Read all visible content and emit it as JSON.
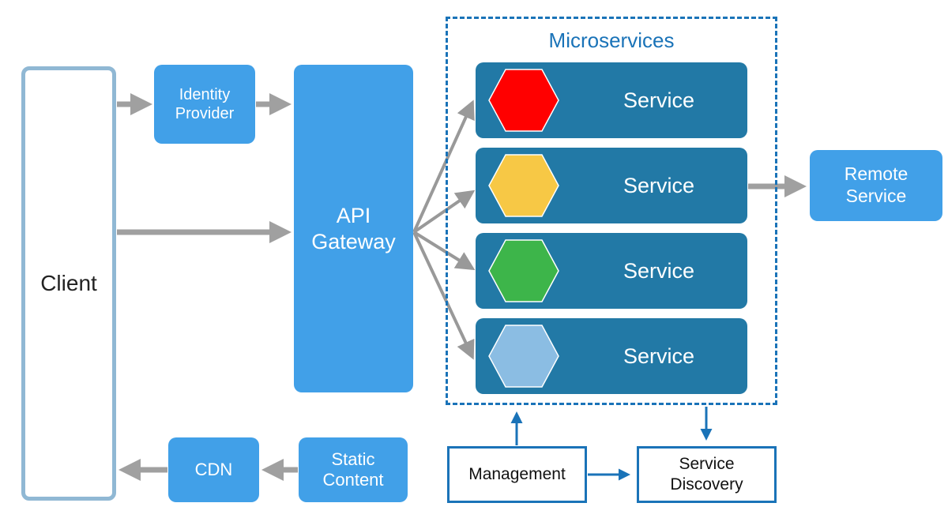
{
  "client": {
    "label": "Client"
  },
  "identity_provider": {
    "line1": "Identity",
    "line2": "Provider"
  },
  "api_gateway": {
    "line1": "API",
    "line2": "Gateway"
  },
  "cdn": {
    "label": "CDN"
  },
  "static_content": {
    "line1": "Static",
    "line2": "Content"
  },
  "microservices": {
    "title": "Microservices",
    "services": [
      {
        "label": "Service",
        "color": "#ff0000"
      },
      {
        "label": "Service",
        "color": "#f7c845"
      },
      {
        "label": "Service",
        "color": "#3db54a"
      },
      {
        "label": "Service",
        "color": "#8bbde3"
      }
    ]
  },
  "remote_service": {
    "line1": "Remote",
    "line2": "Service"
  },
  "management": {
    "label": "Management"
  },
  "service_discovery": {
    "line1": "Service",
    "line2": "Discovery"
  },
  "colors": {
    "primary_box": "#41a0e8",
    "service_box": "#2279a6",
    "frame": "#1a73b8",
    "arrow_gray": "#a0a0a0"
  }
}
